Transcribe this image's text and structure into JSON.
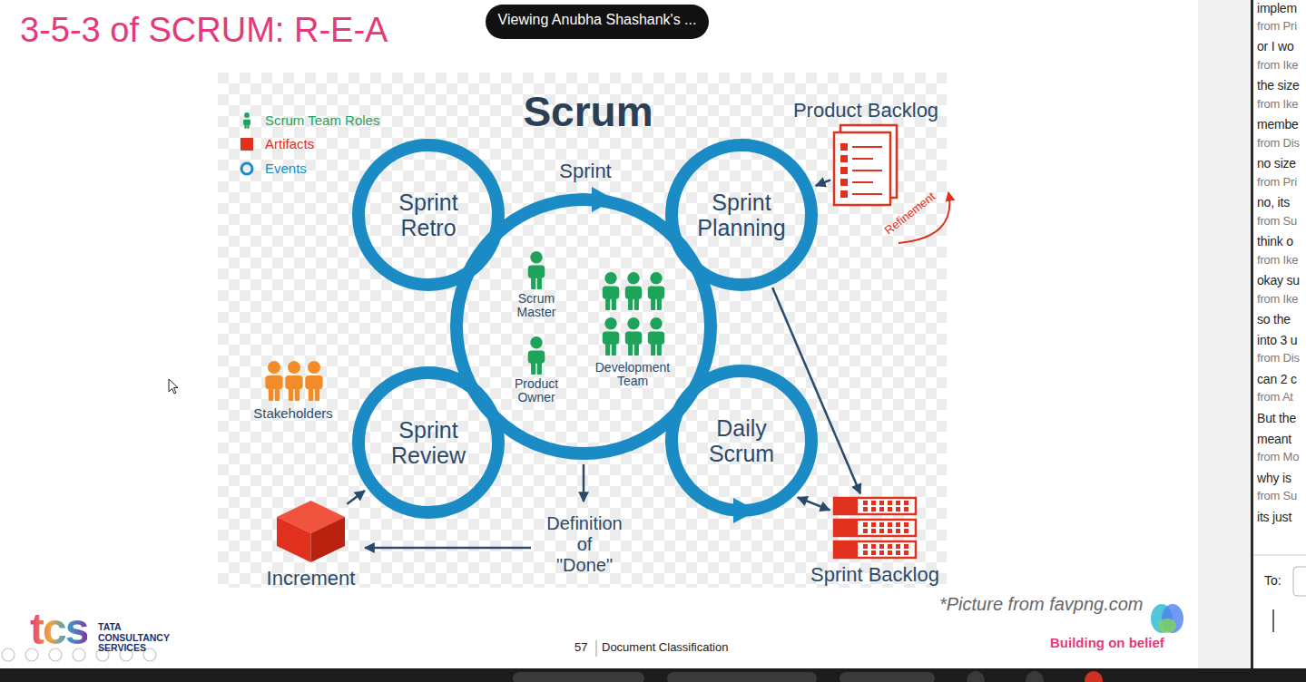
{
  "diagram": {
    "title": "3-5-3 of SCRUM: R-E-A",
    "nodes": [
      {
        "text": [
          "Sprint Retro"
        ]
      },
      {
        "text": [
          "Product Backlog"
        ]
      },
      {
        "text": [
          "Sprint Planning"
        ]
      },
      {
        "text": [
          "Scrum Master",
          "Product Owner",
          "Development Team"
        ]
      },
      {
        "text": [
          "Sprint Review"
        ]
      },
      {
        "text": [
          "Daily Scrum"
        ]
      },
      {
        "text": [
          "Increment"
        ]
      },
      {
        "text": [
          "Sprint Backlog"
        ]
      }
    ],
    "edges": [
      {
        "from": 1,
        "to": 2,
        "arrow": "to"
      },
      {
        "from": 2,
        "to": 7,
        "arrow": "to"
      },
      {
        "from": 5,
        "to": 7,
        "arrow": "both"
      },
      {
        "from": 6,
        "to": 4,
        "arrow": "to"
      }
    ],
    "labels": [
      "Viewing Anubha Shashank's ...",
      "Scrum",
      "Sprint",
      "Refinement",
      "Stakeholders",
      "Definition of \"Done\"",
      "*Picture from favpng.com",
      "tcs",
      "TATA CONSULTANCY SERVICES",
      "57",
      "Document Classification",
      "Building on belief",
      "implem",
      "from Pri",
      "or I wo",
      "from Ike",
      "the size",
      "from Ike",
      "membe",
      "from Dis",
      "no size",
      "from Pri",
      "no, its",
      "from Su",
      "think o",
      "from Ike",
      "okay su",
      "from Ike",
      "so the",
      "into 3 u",
      "from Dis",
      "can 2 c",
      "from At",
      "But the",
      "meant",
      "from Mo",
      "why is",
      "from Su",
      "its just",
      "To:"
    ],
    "legend": [
      {
        "text": "Scrum Team Roles"
      },
      {
        "text": "Artifacts",
        "color": "#e0301e"
      },
      {
        "text": "Events"
      }
    ]
  }
}
